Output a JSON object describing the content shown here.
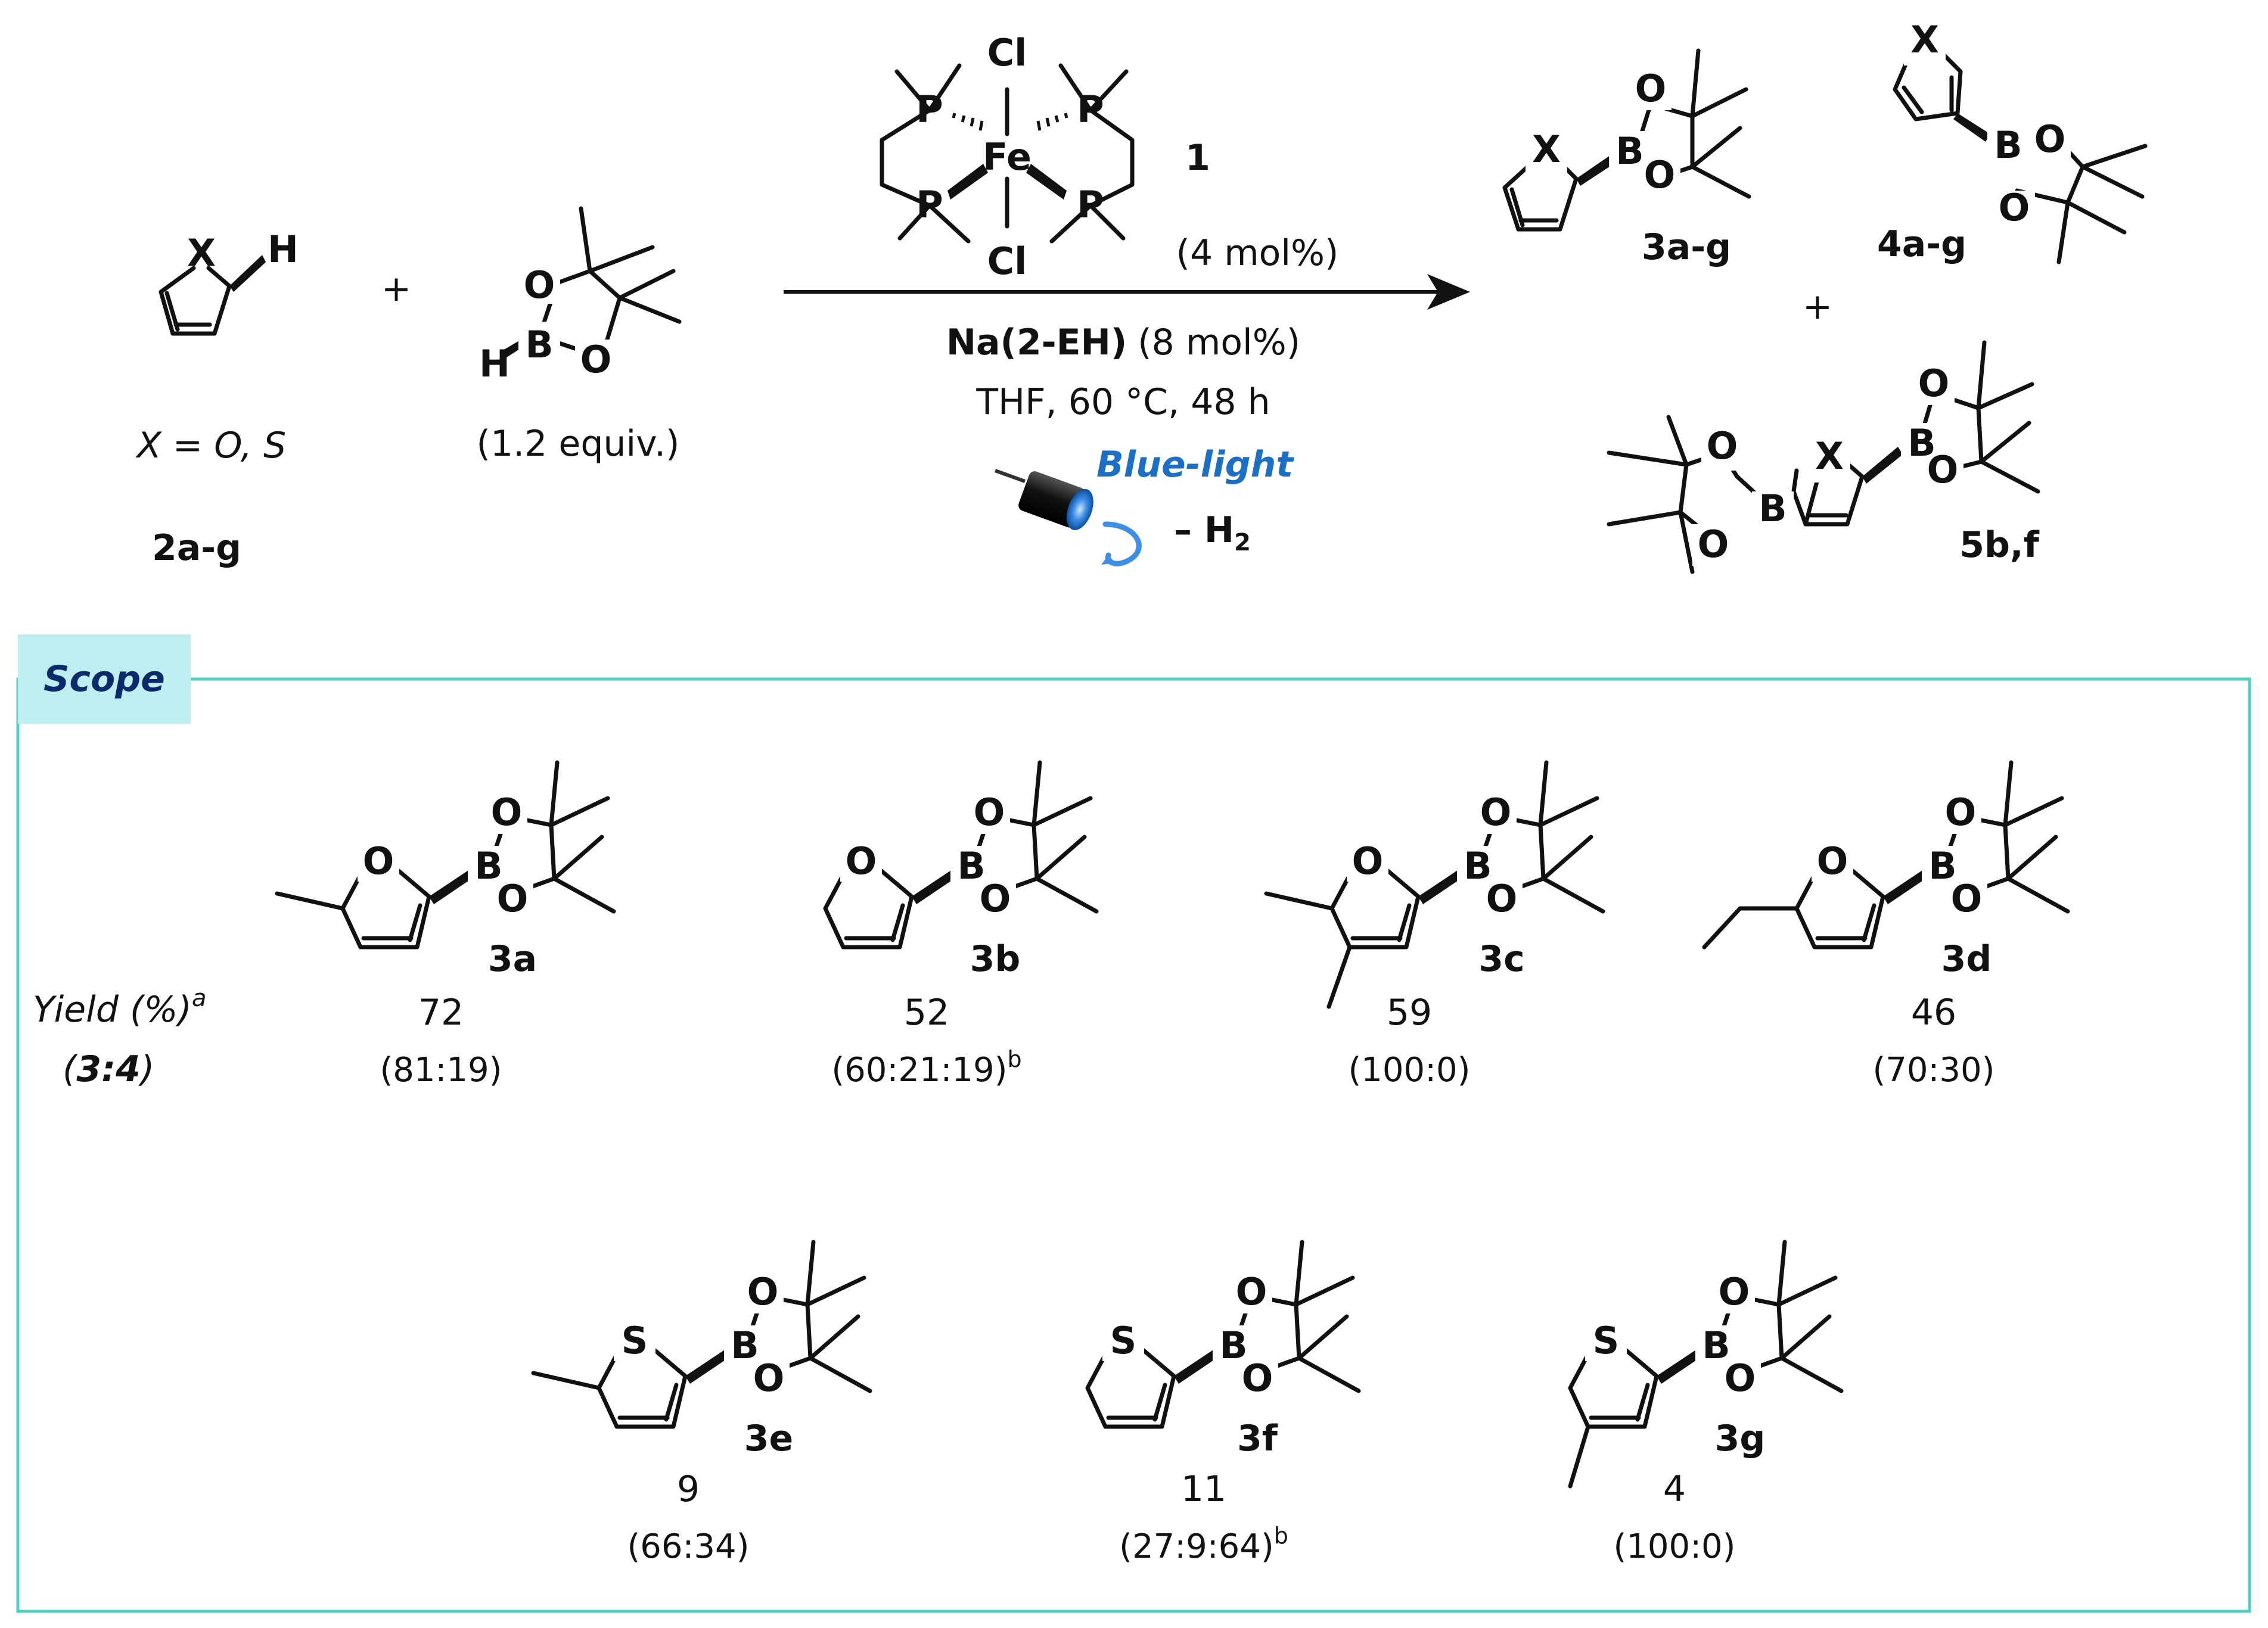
{
  "atoms": {
    "X": "X",
    "H": "H",
    "O": "O",
    "S": "S",
    "B": "B",
    "P": "P",
    "Fe": "Fe",
    "Cl": "Cl"
  },
  "reaction": {
    "plus": "+",
    "substrate": {
      "label": "2a-g",
      "note": "X = O, S"
    },
    "reagent": {
      "equiv": "(1.2 equiv.)"
    },
    "catalyst": {
      "label": "1",
      "loading": "(4 mol%)"
    },
    "additive": {
      "name": "Na(2-EH)",
      "loading": "(8 mol%)"
    },
    "conditions": "THF, 60 °C, 48 h",
    "light": "Blue-light",
    "byproduct": {
      "prefix": "– H",
      "sub": "2"
    },
    "products": {
      "p3": "3a-g",
      "p4": "4a-g",
      "p5": "5b,f"
    }
  },
  "scope": {
    "title": "Scope",
    "yield_header": "Yield (%)",
    "yield_header_sup": "a",
    "ratio_header_open": "(",
    "ratio_header_bold": "3:4",
    "ratio_header_close": ")",
    "entries": [
      {
        "label": "3a",
        "yield": "72",
        "ratio": "(81:19)",
        "sup": ""
      },
      {
        "label": "3b",
        "yield": "52",
        "ratio": "(60:21:19)",
        "sup": "b"
      },
      {
        "label": "3c",
        "yield": "59",
        "ratio": "(100:0)",
        "sup": ""
      },
      {
        "label": "3d",
        "yield": "46",
        "ratio": "(70:30)",
        "sup": ""
      },
      {
        "label": "3e",
        "yield": "9",
        "ratio": "(66:34)",
        "sup": ""
      },
      {
        "label": "3f",
        "yield": "11",
        "ratio": "(27:9:64)",
        "sup": "b"
      },
      {
        "label": "3g",
        "yield": "4",
        "ratio": "(100:0)",
        "sup": ""
      }
    ]
  },
  "colors": {
    "scope_border": "#4fd1c5",
    "scope_tab_bg": "#bfeef0",
    "scope_title": "#0b2a6b",
    "blue_light": "#1b6fc4",
    "text": "#111111"
  }
}
